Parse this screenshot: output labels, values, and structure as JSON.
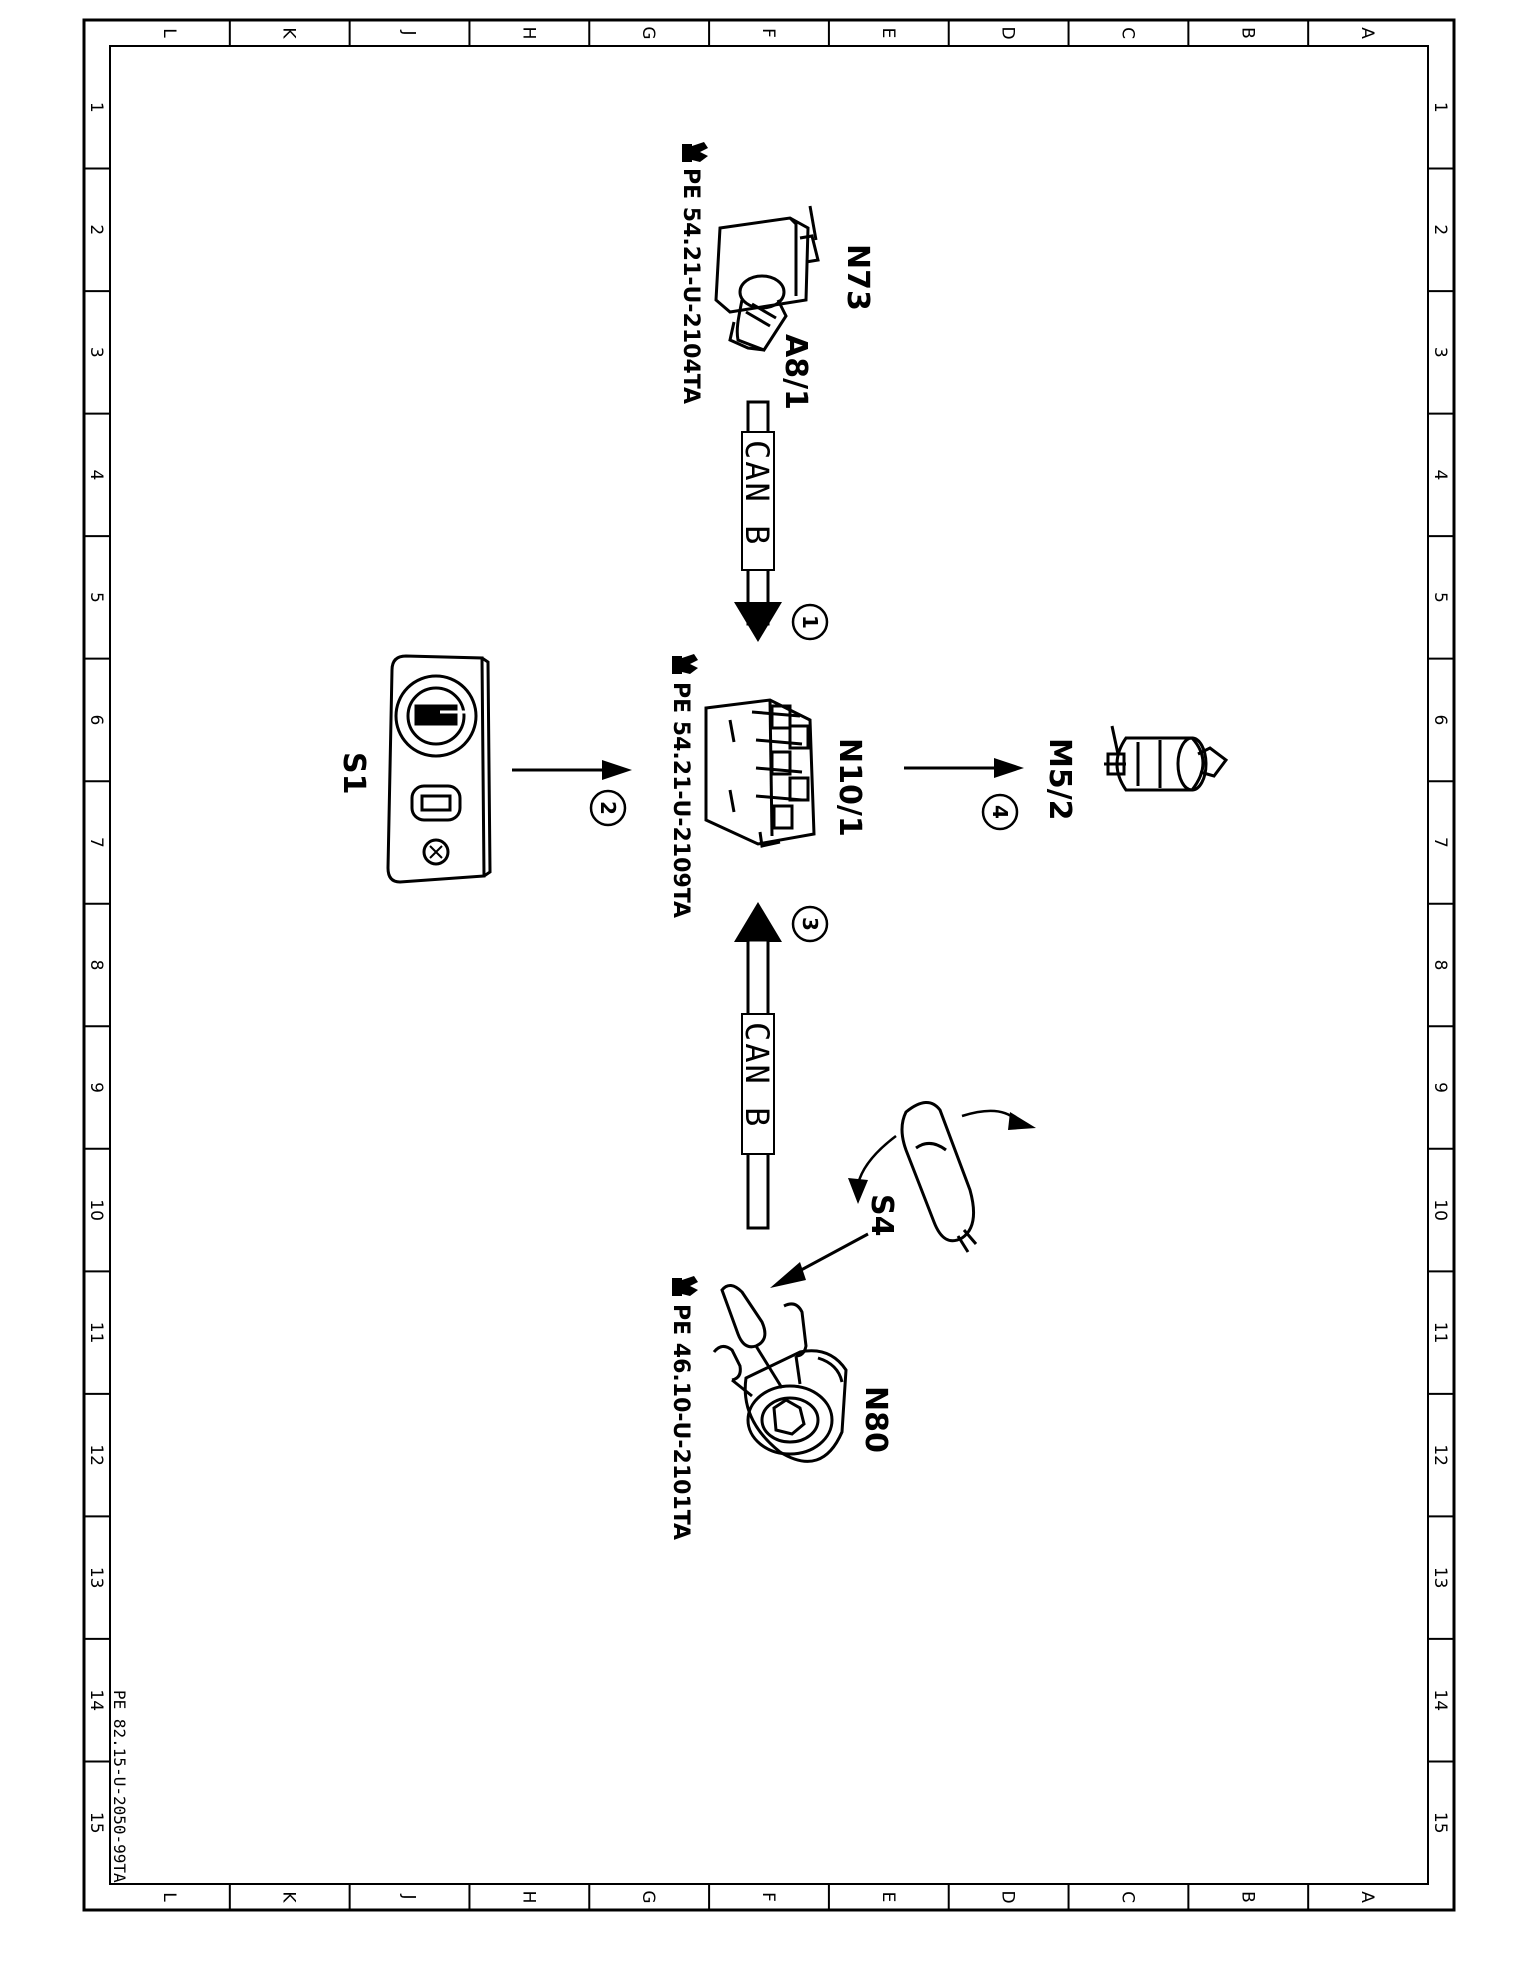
{
  "grid": {
    "columns": [
      "L",
      "K",
      "J",
      "H",
      "G",
      "F",
      "E",
      "D",
      "C",
      "B",
      "A"
    ],
    "rows": [
      "1",
      "2",
      "3",
      "4",
      "5",
      "6",
      "7",
      "8",
      "9",
      "10",
      "11",
      "12",
      "13",
      "14",
      "15"
    ]
  },
  "document_id": "PE 82.15-U-2050-99TA",
  "components": {
    "n73": "N73",
    "a8_1": "A8/1",
    "n10_1": "N10/1",
    "m5_2": "M5/2",
    "s1": "S1",
    "s4": "S4",
    "n80": "N80"
  },
  "references": {
    "ref_top": "PE 54.21-U-2104TA",
    "ref_mid": "PE 54.21-U-2109TA",
    "ref_bottom": "PE 46.10-U-2101TA"
  },
  "bus_labels": {
    "upper": "CAN B",
    "lower": "CAN B"
  },
  "step_numbers": {
    "one": "1",
    "two": "2",
    "three": "3",
    "four": "4"
  },
  "icons": {
    "reference": "pointing-hand-icon"
  },
  "colors": {
    "ink": "#000000",
    "paper": "#ffffff"
  }
}
